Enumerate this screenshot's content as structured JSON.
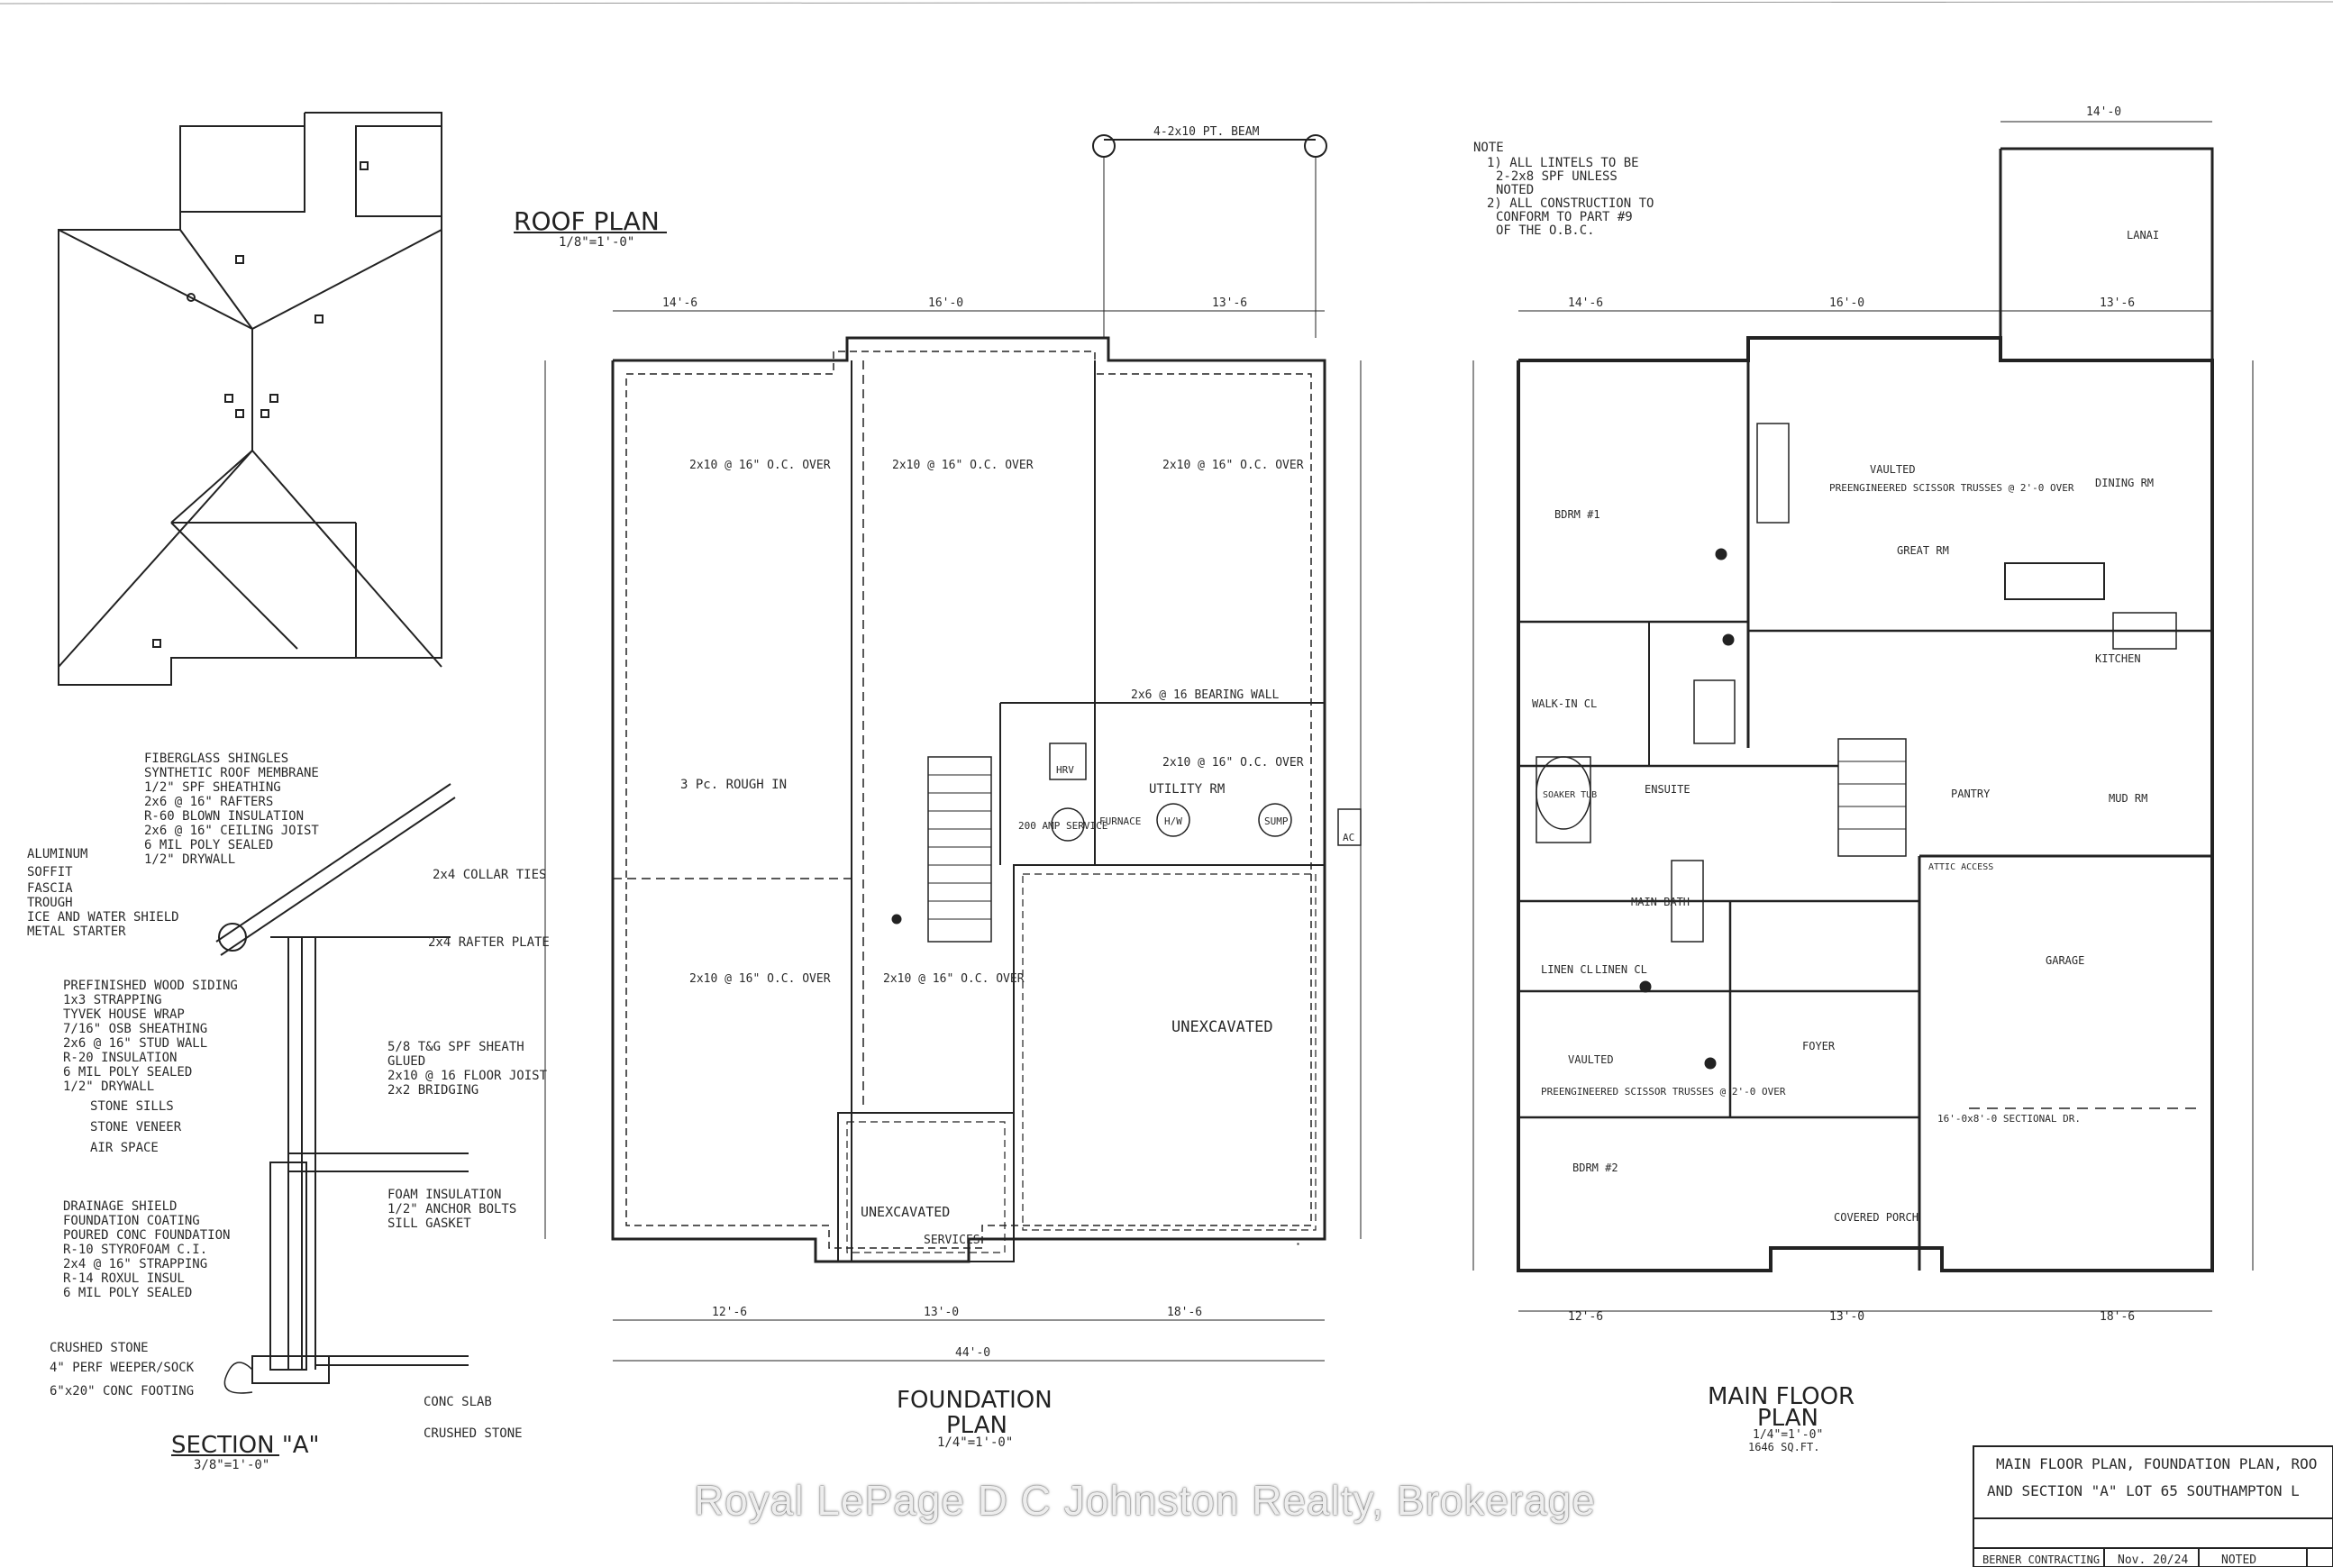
{
  "roof_plan": {
    "title": "ROOF PLAN",
    "scale": "1/8\"=1'-0\""
  },
  "section": {
    "title": "SECTION \"A\"",
    "scale": "3/8\"=1'-0\"",
    "notes": {
      "roof_assembly": [
        "FIBERGLASS SHINGLES",
        "SYNTHETIC ROOF MEMBRANE",
        "1/2\" SPF SHEATHING",
        "2x6 @ 16\" RAFTERS",
        "R-60 BLOWN INSULATION",
        "2x6 @ 16\" CEILING JOIST",
        "6 MIL POLY SEALED",
        "1/2\" DRYWALL"
      ],
      "eave": [
        "ALUMINUM",
        "SOFFIT",
        "FASCIA",
        "TROUGH",
        "ICE AND WATER SHIELD",
        "METAL STARTER"
      ],
      "collar": "2x4 COLLAR TIES",
      "rafter_plate": "2x4 RAFTER PLATE",
      "wall_assembly": [
        "PREFINISHED WOOD SIDING",
        "1x3 STRAPPING",
        "TYVEK HOUSE WRAP",
        "7/16\" OSB SHEATHING",
        "2x6 @ 16\" STUD WALL",
        "R-20 INSULATION",
        "6 MIL POLY SEALED",
        "1/2\" DRYWALL"
      ],
      "floor": [
        "5/8 T&G SPF SHEATH",
        "GLUED",
        "2x10 @ 16 FLOOR JOIST",
        "2x2 BRIDGING"
      ],
      "stone": [
        "STONE SILLS",
        "STONE VENEER",
        "AIR SPACE"
      ],
      "foundation": [
        "DRAINAGE SHIELD",
        "FOUNDATION COATING",
        "POURED CONC FOUNDATION",
        "R-10 STYROFOAM C.I.",
        "2x4 @ 16\" STRAPPING",
        "R-14 ROXUL INSUL",
        "6 MIL POLY SEALED"
      ],
      "foam": [
        "FOAM INSULATION",
        "1/2\" ANCHOR BOLTS",
        "SILL GASKET"
      ],
      "footing": [
        "CRUSHED STONE",
        "4\" PERF WEEPER/SOCK",
        "6\"x20\" CONC FOOTING"
      ],
      "slab": [
        "CONC SLAB",
        "CRUSHED STONE"
      ]
    }
  },
  "foundation_plan": {
    "title": "FOUNDATION",
    "title2": "PLAN",
    "scale": "1/4\"=1'-0\"",
    "beam": "4-2x10 PT. BEAM",
    "labels": {
      "rough_in": "3 Pc. ROUGH IN",
      "utility": "UTILITY RM",
      "unexcavated": "UNEXCAVATED",
      "unexcavated2": "UNEXCAVATED",
      "services": "SERVICES",
      "joist_a": "2x10 @ 16\" O.C. OVER",
      "joist_b": "2x10 @ 16\" O.C. OVER",
      "joist_c": "2x10 @ 16\" O.C. OVER",
      "joist_d": "2x10 @ 16\" O.C. OVER",
      "joist_e": "2x10 @ 16\" O.C. OVER",
      "joist_f": "2x10 @ 16\" O.C. OVER",
      "bearing": "2x6 @ 16 BEARING WALL",
      "service": "200 AMP SERVICE",
      "hw": "H/W",
      "sump": "SUMP",
      "hrv": "HRV",
      "furnace": "FURNACE",
      "ac": "AC"
    },
    "dims_top": [
      "14'-6",
      "16'-0",
      "13'-6"
    ],
    "dims_bottom": [
      "12'-6",
      "13'-0",
      "18'-6"
    ],
    "overall": "44'-0"
  },
  "main_floor_plan": {
    "title": "MAIN FLOOR",
    "title2": "PLAN",
    "scale": "1/4\"=1'-0\"",
    "area": "1646 SQ.FT.",
    "note_heading": "NOTE",
    "notes": [
      "1) ALL LINTELS TO BE",
      "2-2x8 SPF UNLESS",
      "NOTED",
      "2) ALL CONSTRUCTION TO",
      "CONFORM TO PART #9",
      "OF THE O.B.C."
    ],
    "rooms": {
      "lanai": "LANAI",
      "bdrm1": "BDRM #1",
      "great": "GREAT RM",
      "dining": "DINING RM",
      "kitchen": "KITCHEN",
      "walkin": "WALK-IN CL",
      "ensuite": "ENSUITE",
      "shower_tub": "SOAKER TUB",
      "pantry": "PANTRY",
      "mud": "MUD RM",
      "main_bath": "MAIN BATH",
      "linen": "LINEN CL",
      "linen2": "LINEN CL",
      "foyer": "FOYER",
      "bdrm2": "BDRM #2",
      "porch": "COVERED PORCH",
      "garage": "GARAGE",
      "vaulted": "VAULTED",
      "vaulted2": "VAULTED",
      "truss": "PREENGINEERED SCISSOR TRUSSES @ 2'-0 OVER",
      "truss2": "PREENGINEERED SCISSOR TRUSSES @ 2'-0 OVER",
      "sectional": "16'-0x8'-0 SECTIONAL DR.",
      "attic": "ATTIC ACCESS"
    },
    "dims_top": [
      "14'-6",
      "16'-0",
      "13'-6"
    ],
    "dims_bottom": [
      "12'-6",
      "13'-0",
      "18'-6"
    ],
    "lanai_w": "14'-0"
  },
  "title_block": {
    "line1": "MAIN FLOOR PLAN, FOUNDATION PLAN, ROO",
    "line2": "AND SECTION \"A\"  LOT 65 SOUTHAMPTON L",
    "contractor": "BERNER CONTRACTING",
    "date": "Nov. 20/24",
    "scale": "NOTED"
  },
  "watermark": "Royal LePage D C Johnston Realty, Brokerage"
}
